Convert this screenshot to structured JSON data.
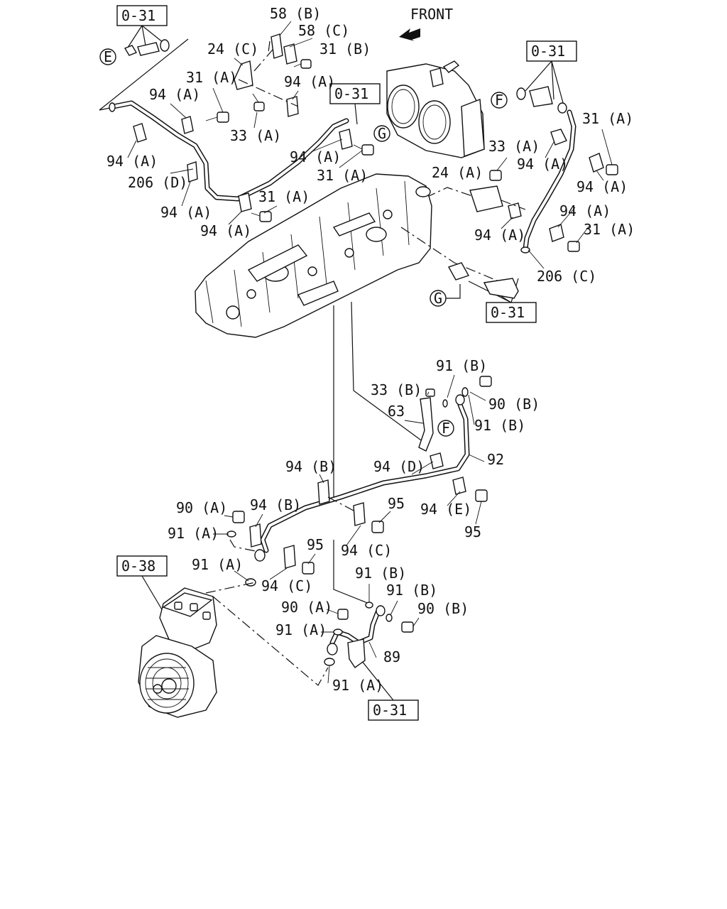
{
  "front_label": "FRONT",
  "refs": {
    "r1": "0-31",
    "r2": "0-31",
    "r3": "0-31",
    "r4": "0-31",
    "r5": "0-38",
    "r6": "0-31"
  },
  "circles": {
    "E": "E",
    "F1": "F",
    "G1": "G",
    "G2": "G",
    "F2": "F"
  },
  "labels": {
    "l58B": "58 (B)",
    "l58C": "58 (C)",
    "l24C": "24 (C)",
    "l31B": "31 (B)",
    "l31A_1": "31 (A)",
    "l94A_1": "94 (A)",
    "l94A_2": "94 (A)",
    "l33A_1": "33 (A)",
    "l94A_3": "94 (A)",
    "l31A_2": "31 (A)",
    "l94A_4": "94 (A)",
    "l206D": "206 (D)",
    "l94A_5": "94 (A)",
    "l31A_3": "31 (A)",
    "l94A_6": "94 (A)",
    "l31A_4": "31 (A)",
    "l33A_2": "33 (A)",
    "l94A_7": "94 (A)",
    "l24A": "24 (A)",
    "l94A_8": "94 (A)",
    "l94A_9": "94 (A)",
    "l31A_5": "31 (A)",
    "l94A_10": "94 (A)",
    "l206C": "206 (C)",
    "l91B_1": "91 (B)",
    "l33B": "33 (B)",
    "l90B_1": "90 (B)",
    "l63": "63",
    "l91B_2": "91 (B)",
    "l92": "92",
    "l94B_1": "94 (B)",
    "l94D": "94 (D)",
    "l95_1": "95",
    "l94E": "94 (E)",
    "l95_2": "95",
    "l90A_1": "90 (A)",
    "l94B_2": "94 (B)",
    "l91A_1": "91 (A)",
    "l94C_1": "94 (C)",
    "l95_3": "95",
    "l91A_2": "91 (A)",
    "l94C_2": "94 (C)",
    "l91B_3": "91 (B)",
    "l91B_4": "91 (B)",
    "l90A_2": "90 (A)",
    "l90B_2": "90 (B)",
    "l91A_3": "91 (A)",
    "l89": "89",
    "l91A_4": "91 (A)"
  }
}
